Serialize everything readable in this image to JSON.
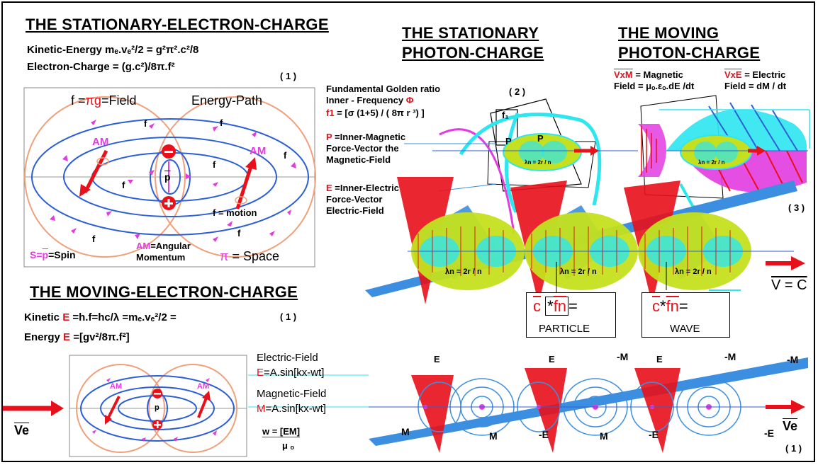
{
  "colors": {
    "accent_red": "#e8101a",
    "magenta": "#e23be0",
    "blue": "#2c5fd6",
    "field_blue": "#3c8fe0",
    "orange": "#f0a07a",
    "green": "#c4e01e",
    "cyan": "#2ee6f0",
    "black": "#000000"
  },
  "stationary_electron": {
    "title": "THE STATIONARY-ELECTRON-CHARGE",
    "eq1": "Kinetic-Energy mₑ.vₑ²/2 = g²π².c²/8",
    "eq2": "Electron-Charge = (g.c²)/8π.f²",
    "eq_num": "( 1 )",
    "field_prefix": "f =",
    "field_pi_g": "πg",
    "field_suffix": "=Field",
    "energy_path": "Energy-Path",
    "am": "AM",
    "f": "f",
    "p": "p",
    "motion": "f = motion",
    "spin_s": "S",
    "spin_eq": "=",
    "spin_p": "p",
    "spin_label": "=Spin",
    "am_label": "AM",
    "am_text1": "=Angular",
    "am_text2": "Momentum",
    "pi_symbol": "π",
    "space": "= Space"
  },
  "moving_electron": {
    "title": "THE MOVING-ELECTRON-CHARGE",
    "eq1_a": "Kinetic ",
    "eq1_e": "E",
    "eq1_b": " =h.f=hc/λ =mₑ.vₑ²/2 =",
    "eq2_a": "Energy ",
    "eq2_e": "E",
    "eq2_b": " =[gv²/8π.f²]",
    "eq_num": "( 1 )",
    "ve": "Ve",
    "am": "AM",
    "p": "p"
  },
  "fields": {
    "electric_title": "Electric-Field",
    "electric_e": "E",
    "electric_formula": "=A.sin[kx-wt]",
    "magnetic_title": "Magnetic-Field",
    "magnetic_m": "M",
    "magnetic_formula": "=A.sin[kx-wt]",
    "w_formula": "w = [EM]",
    "mu": "μ ₒ"
  },
  "stationary_photon": {
    "title1": "THE STATIONARY",
    "title2": "PHOTON-CHARGE",
    "golden1": "Fundamental Golden ratio",
    "golden2": "Inner - Frequency ",
    "phi": "Φ",
    "f1": "f1",
    "f1_formula": " = [σ (1+5) / ( 8π r ³) ]",
    "eq_num": "( 2 )",
    "p_letter": "P",
    "p_text1": " =Inner-Magnetic",
    "p_text2": "Force-Vector the",
    "p_text3": "Magnetic-Field",
    "e_letter": "E",
    "e_text1": " =Inner-Electric",
    "e_text2": "Force-Vector",
    "e_text3": "Electric-Field",
    "f1_diagram": "f₁",
    "lambda": "λn = 2r / n"
  },
  "moving_photon": {
    "title1": "THE MOVING",
    "title2": "PHOTON-CHARGE",
    "vxm": "VxM",
    "vxm_text": " = Magnetic",
    "field_mu": "Field = μₒ.εₒ.dE /dt",
    "vxe": "VxE",
    "vxe_text": " = Electric",
    "field_dm": "Field = dM / dt",
    "lambda": "λn = 2r / n"
  },
  "wave": {
    "eq_num": "( 3 )",
    "lambda": "λn = 2r / n",
    "v_eq": "V = C",
    "particle_c": "c",
    "particle_star": "*",
    "particle_fn": "fn",
    "particle_eq": "=",
    "particle_label": "PARTICLE",
    "wave_c": "c",
    "wave_star": "*",
    "wave_fn": "fn",
    "wave_eq": "=",
    "wave_label": "WAVE"
  },
  "em_wave": {
    "e": "E",
    "neg_e": "-E",
    "m": "M",
    "neg_m": "-M",
    "ve": "Ve",
    "eq_num": "( 1 )"
  }
}
